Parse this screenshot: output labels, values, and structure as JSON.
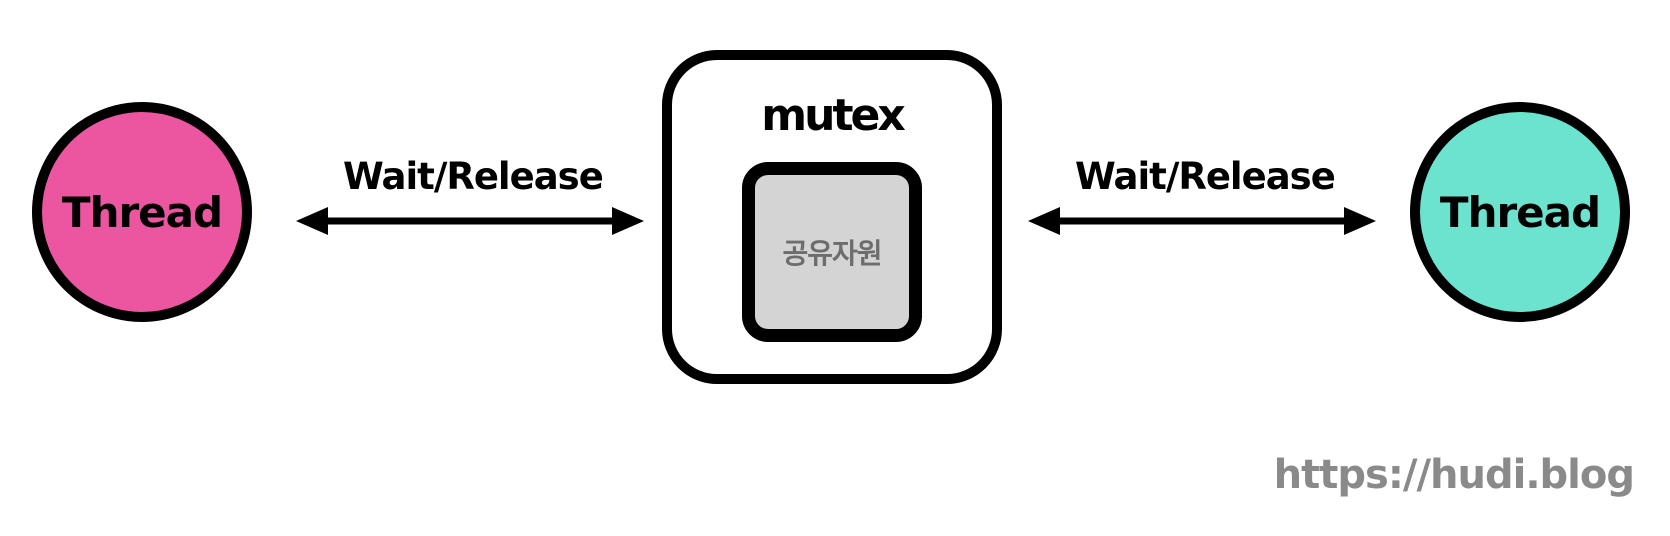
{
  "threads": {
    "left": {
      "label": "Thread",
      "color": "#EC55A0"
    },
    "right": {
      "label": "Thread",
      "color": "#6CE3CF"
    }
  },
  "arrows": {
    "left": {
      "label": "Wait/Release"
    },
    "right": {
      "label": "Wait/Release"
    }
  },
  "mutex": {
    "title": "mutex",
    "resource_label": "공유자원",
    "resource_color": "#D4D4D4"
  },
  "watermark": "https://hudi.blog"
}
